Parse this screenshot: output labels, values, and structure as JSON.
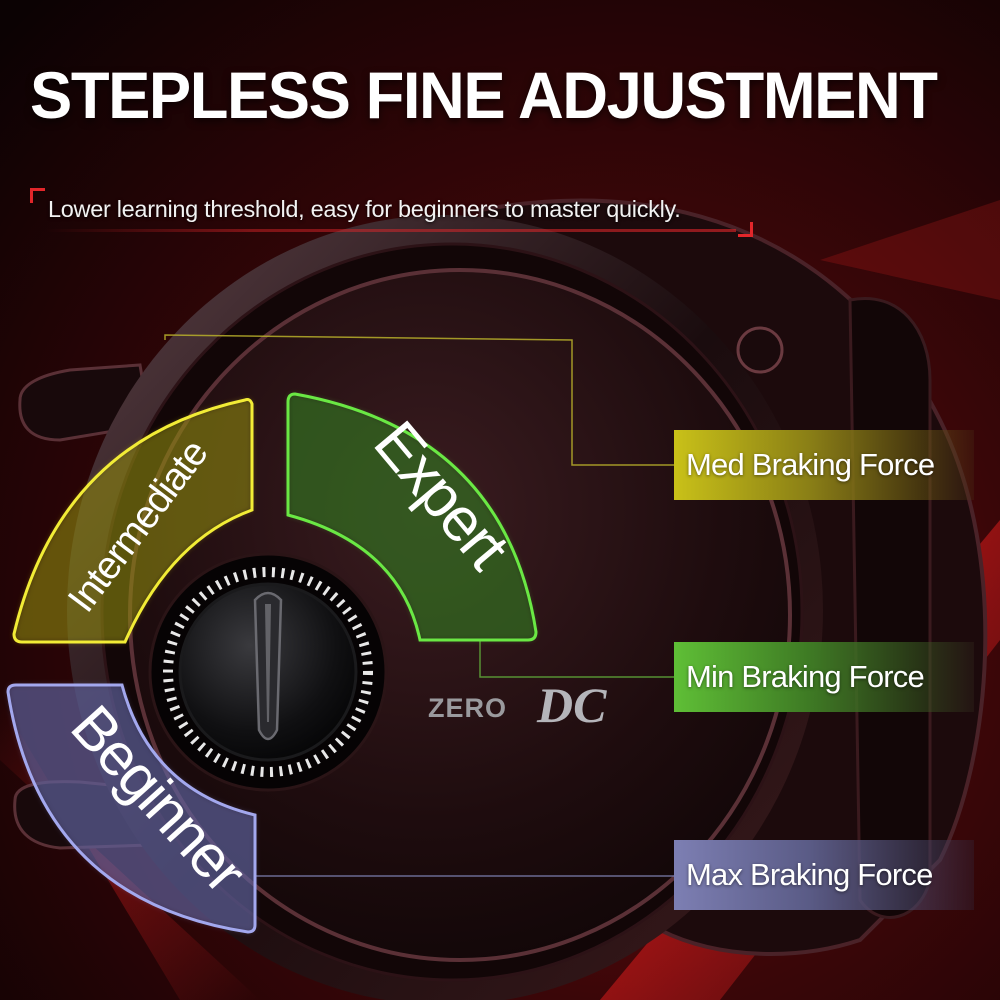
{
  "headline": "STEPLESS FINE ADJUSTMENT",
  "subheadline": "Lower learning threshold, easy for beginners to master quickly.",
  "levels": {
    "intermediate": "Intermediate",
    "expert": "Expert",
    "beginner": "Beginner"
  },
  "forces": {
    "med": "Med Braking Force",
    "min": "Min Braking Force",
    "max": "Max Braking Force"
  },
  "brand": {
    "prefix": "ZERO",
    "suffix": "DC"
  },
  "colors": {
    "intermediate": "#e8e21c",
    "expert": "#5cd43c",
    "beginner": "#8a8fd6",
    "accent": "#e2262a"
  },
  "icons": {
    "dial": "brake-dial-icon",
    "knob": "dial-knob-icon"
  }
}
